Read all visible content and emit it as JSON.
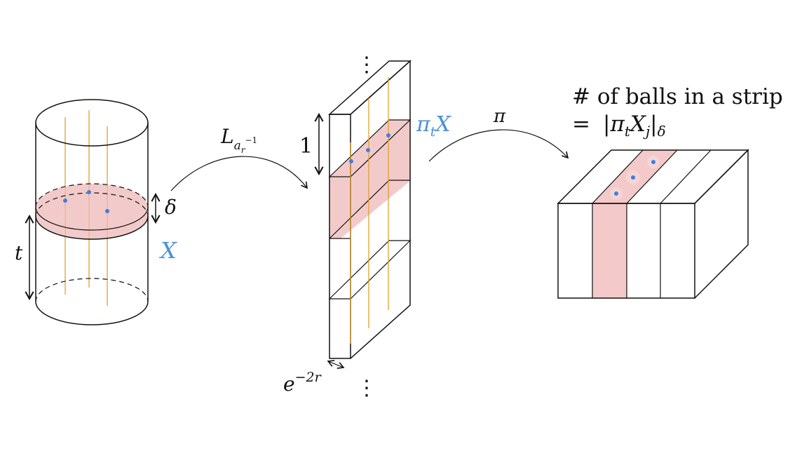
{
  "labels": {
    "delta": "δ",
    "t": "t",
    "X": "X",
    "one": "1",
    "e_base": "e",
    "e_exp": "−2r",
    "pi": "π",
    "pitX_pi": "π",
    "pitX_t": "t",
    "pitX_X": "X",
    "map_L": "L",
    "map_a": "a",
    "map_r": "r",
    "map_inv": "−1",
    "balls_line1": "# of balls in a strip",
    "balls_eq": "=",
    "balls_bar_open": "|",
    "balls_pi": "π",
    "balls_t": "t",
    "balls_X": "X",
    "balls_j": "j",
    "balls_bar_close": "|",
    "balls_delta": "δ",
    "vdots": "⋮"
  },
  "colors": {
    "accent_blue": "#4a90d9",
    "point_blue": "#3f7fdc",
    "region_pink": "#efb8b8",
    "fiber_orange": "#e0a030"
  }
}
